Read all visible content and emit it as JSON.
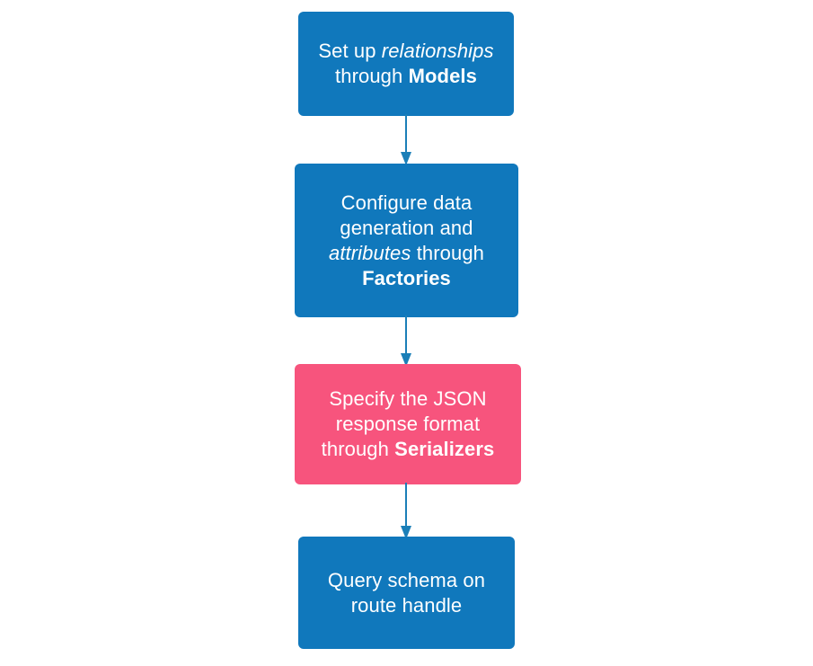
{
  "diagram": {
    "type": "flowchart",
    "orientation": "top-to-bottom",
    "background": "#ffffff",
    "colors": {
      "node_blue": "#1078bc",
      "node_pink": "#f7547d",
      "node_text": "#ffffff",
      "edge": "#1b7fb8"
    },
    "nodes": [
      {
        "id": "models",
        "color": "#1078bc",
        "text_plain": "Set up relationships through Models",
        "text_html": "Set up <em>relationships</em><br>through <strong>Models</strong>"
      },
      {
        "id": "factories",
        "color": "#1078bc",
        "text_plain": "Configure data generation and attributes through Factories",
        "text_html": "Configure data<br>generation and<br><em>attributes</em> through<br><strong>Factories</strong>"
      },
      {
        "id": "serializers",
        "color": "#f7547d",
        "text_plain": "Specify the JSON response format through Serializers",
        "text_html": "Specify the JSON<br>response format<br>through <strong>Serializers</strong>"
      },
      {
        "id": "query",
        "color": "#1078bc",
        "text_plain": "Query schema on route handle",
        "text_html": "Query schema on<br>route handle"
      }
    ],
    "edges": [
      {
        "id": "edge-1",
        "from": "models",
        "to": "factories",
        "arrow": "down"
      },
      {
        "id": "edge-2",
        "from": "factories",
        "to": "serializers",
        "arrow": "down"
      },
      {
        "id": "edge-3",
        "from": "serializers",
        "to": "query",
        "arrow": "down"
      }
    ]
  }
}
